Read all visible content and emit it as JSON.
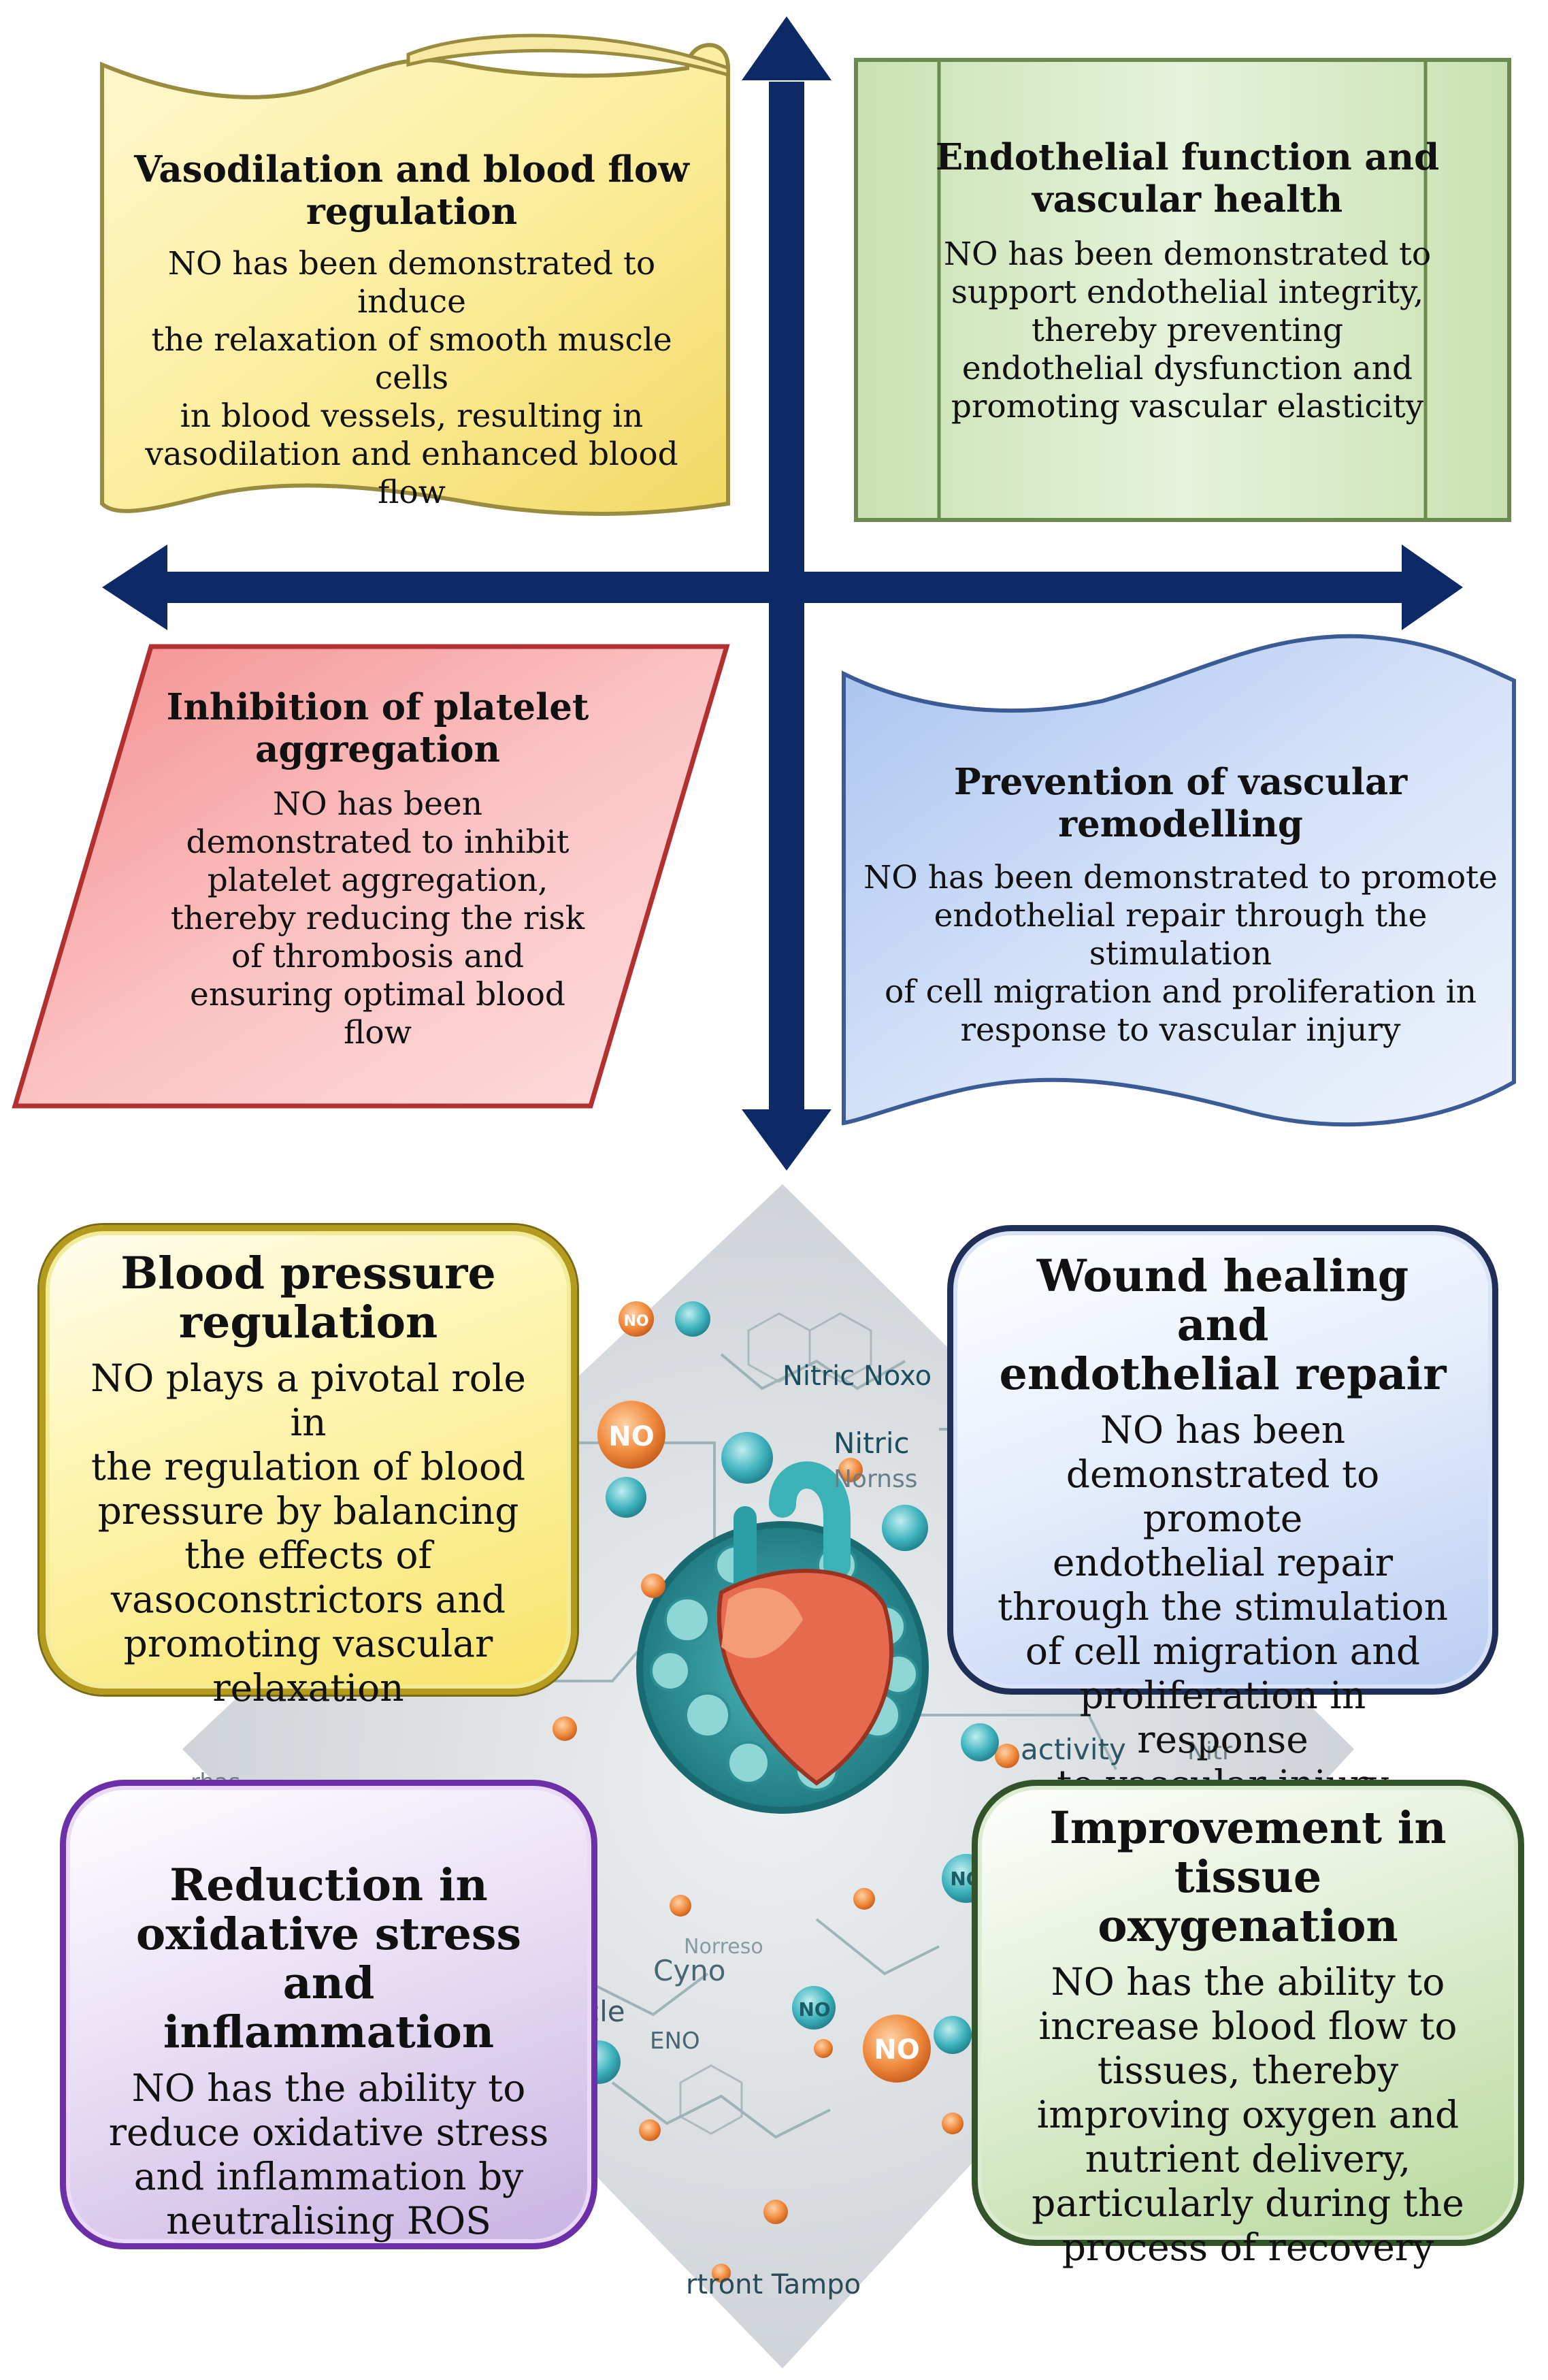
{
  "colors": {
    "axis": "#0e2a66",
    "vaso_fill": "#fbeea2",
    "endo_fill": "#d9ecc8",
    "platelet_fill": "#f9b7b7",
    "remodel_fill": "#c3d6f4",
    "bp_border": "#b49b1e",
    "wound_border": "#1f2f58",
    "ox_border": "#6b2fa8",
    "tissue_border": "#33542a"
  },
  "cards": {
    "vaso": {
      "title_lines": [
        "Vasodilation and blood flow",
        "regulation"
      ],
      "body_lines": [
        "NO has been demonstrated to induce",
        "the relaxation of smooth muscle cells",
        "in blood vessels, resulting in",
        "vasodilation and enhanced blood flow"
      ]
    },
    "endo": {
      "title_lines": [
        "Endothelial function and",
        "vascular health"
      ],
      "body_lines": [
        "NO has been demonstrated to",
        "support endothelial integrity,",
        "thereby preventing",
        "endothelial dysfunction and",
        "promoting vascular elasticity"
      ]
    },
    "platelet": {
      "title_lines": [
        "Inhibition of platelet",
        "aggregation"
      ],
      "body_lines": [
        "NO has been",
        "demonstrated to inhibit",
        "platelet aggregation,",
        "thereby reducing the risk",
        "of thrombosis and",
        "ensuring optimal blood",
        "flow"
      ]
    },
    "remodel": {
      "title_lines": [
        "Prevention of vascular",
        "remodelling"
      ],
      "body_lines": [
        "NO has been demonstrated to promote",
        "endothelial repair through the stimulation",
        "of cell migration and proliferation in",
        "response to vascular injury"
      ]
    },
    "bp": {
      "title_lines": [
        "Blood pressure",
        "regulation"
      ],
      "body_lines": [
        "NO plays a pivotal role in",
        "the regulation of blood",
        "pressure by balancing",
        "the effects of",
        "vasoconstrictors and",
        "promoting vascular",
        "relaxation"
      ]
    },
    "wound": {
      "title_lines": [
        "Wound healing and",
        "endothelial repair"
      ],
      "body_lines": [
        "NO has been",
        "demonstrated to promote",
        "endothelial repair",
        "through the stimulation",
        "of cell migration and",
        "proliferation in response",
        "to vascular injury"
      ]
    },
    "ox": {
      "title_lines": [
        "Reduction in",
        "oxidative stress and",
        "inflammation"
      ],
      "body_lines": [
        "NO has the ability to",
        "reduce oxidative stress",
        "and inflammation by",
        "neutralising ROS"
      ]
    },
    "tissue": {
      "title_lines": [
        "Improvement in",
        "tissue oxygenation"
      ],
      "body_lines": [
        "NO has the ability to",
        "increase blood flow to",
        "tissues, thereby",
        "improving oxygen and",
        "nutrient delivery,",
        "particularly during the",
        "process of recovery"
      ]
    }
  },
  "illustration": {
    "labels": [
      "NO",
      "NO",
      "NO",
      "NO",
      "NO",
      "Nitric Noxo",
      "Nitric",
      "Nornss",
      "activity",
      "Nitr",
      "Cyno",
      "ENO",
      "rhas",
      "cle",
      "Norreso",
      "rtront Tampo"
    ]
  }
}
